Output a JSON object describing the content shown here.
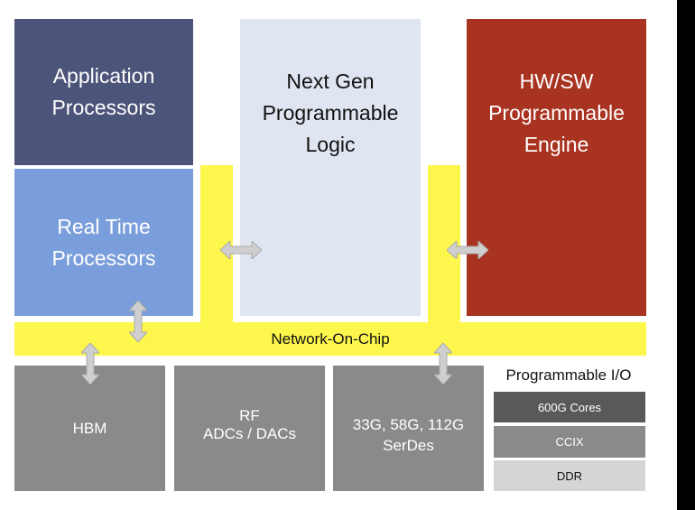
{
  "blocks": {
    "application_processors": "Application\nProcessors",
    "real_time_processors": "Real Time\nProcessors",
    "programmable_logic": "Next Gen\nProgrammable\nLogic",
    "programmable_engine": "HW/SW\nProgrammable\nEngine",
    "network_on_chip": "Network-On-Chip",
    "hbm": "HBM",
    "rf": "RF\nADCs / DACs",
    "serdes": "33G, 58G, 112G\nSerDes"
  },
  "programmable_io": {
    "title": "Programmable I/O",
    "items": [
      "600G Cores",
      "CCIX",
      "DDR"
    ]
  },
  "colors": {
    "application_processors": "#4d5479",
    "real_time_processors": "#7a9edb",
    "programmable_logic": "#dfe6f1",
    "programmable_engine": "#a93321",
    "network_on_chip": "#fdf64d",
    "gray_block": "#8a8a8a",
    "cores": "#595959",
    "ccix": "#8a8a8a",
    "ddr": "#d5d5d5"
  }
}
